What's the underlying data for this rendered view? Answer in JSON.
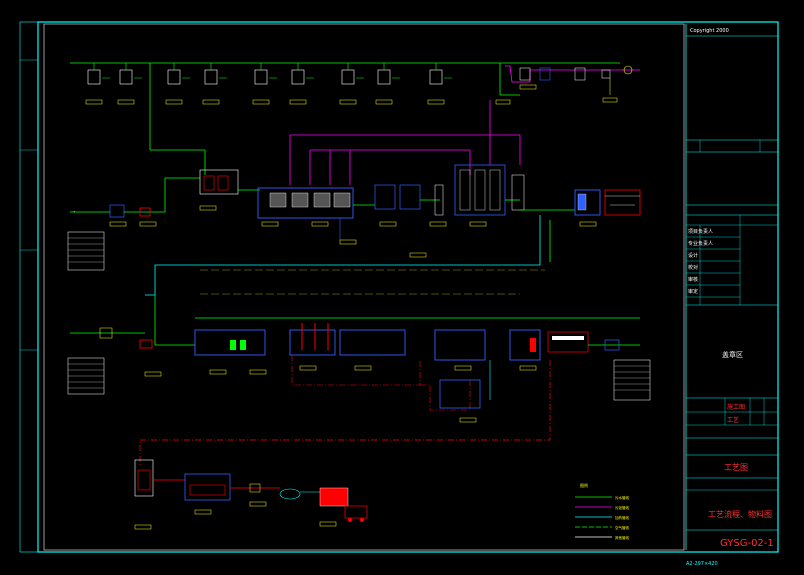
{
  "drawing": {
    "background": "#000000",
    "frame_color": "#00ffff"
  },
  "title_block": {
    "project_header": "Copyright 2000",
    "stamp_label": "盖章区",
    "section_title": "工艺图",
    "drawing_title": "工艺流程、物料图",
    "drawing_number": "GYSG-02-1",
    "bottom_code": "A2-297×420",
    "row_labels": [
      "项目负责人",
      "专业负责人",
      "设计",
      "校对",
      "审核",
      "审定"
    ],
    "revision_label": "施工图",
    "process_label": "工艺"
  },
  "legend": {
    "title": "图例",
    "items": [
      {
        "label": "污水管线",
        "color": "#00ff00"
      },
      {
        "label": "污泥管线",
        "color": "#ff00ff"
      },
      {
        "label": "加药管线",
        "color": "#00ffff"
      },
      {
        "label": "空气管线",
        "color": "#00ff00"
      },
      {
        "label": "其他管线",
        "color": "#ffffff"
      }
    ]
  },
  "colors": {
    "water": "#00ff00",
    "sludge": "#ff00ff",
    "chem": "#00ffff",
    "equip": "#ffffff",
    "label": "#ffff00",
    "red": "#ff0000",
    "blue": "#3060ff"
  }
}
